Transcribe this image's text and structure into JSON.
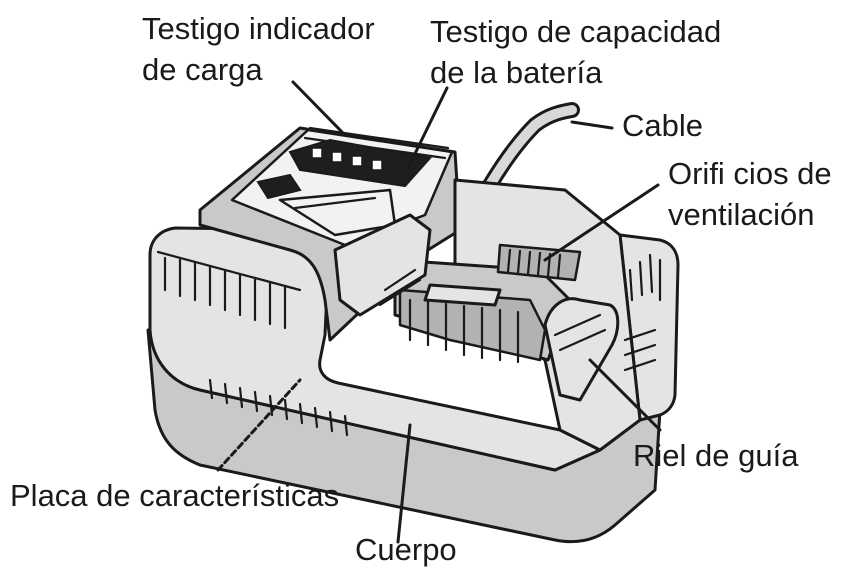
{
  "labels": {
    "indicador_l1": "Testigo indicador",
    "indicador_l2": "de carga",
    "capacidad_l1": "Testigo de capacidad",
    "capacidad_l2": "de la batería",
    "cable": "Cable",
    "orificios_l1": "Orifi cios de",
    "orificios_l2": "ventilación",
    "riel": "Riel de guía",
    "placa": "Placa de características",
    "cuerpo": "Cuerpo"
  }
}
